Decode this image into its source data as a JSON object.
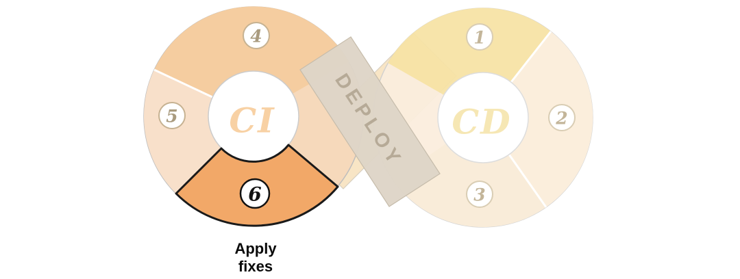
{
  "diagram": {
    "left_loop": {
      "label": "CI"
    },
    "right_loop": {
      "label": "CD"
    },
    "ribbon": {
      "label": "DEPLOY"
    },
    "steps": [
      {
        "number": "1"
      },
      {
        "number": "2"
      },
      {
        "number": "3"
      },
      {
        "number": "4"
      },
      {
        "number": "5"
      },
      {
        "number": "6",
        "caption_line1": "Apply",
        "caption_line2": "fixes",
        "highlighted": true
      }
    ],
    "colors": {
      "segment_1": "#f7e3a6",
      "segment_2": "#fbeedb",
      "segment_3": "#f9ecd7",
      "segment_4": "#f5cda0",
      "segment_5": "#f8e0ca",
      "segment_6": "#f2a868",
      "segment_6_outline": "#1a1a1a",
      "left_ring_base": "#f6d9bb",
      "right_ring_base": "#fbeede",
      "left_ring_outline": "#bdbdbd",
      "right_ring_outline": "#d0d0d0",
      "cross_band": "#f8e5c5",
      "cross_band_outline": "#d8cfbf",
      "deploy_ribbon": "#ded5c7",
      "deploy_ribbon_outline": "#c6bcab",
      "deploy_text": "#b6aa97",
      "ci_text": "#f8d1a4",
      "cd_text": "#f6e6b0",
      "step_number_text": "#a99b7f",
      "step_number_text_faded": "#c0b294",
      "step_circle_stroke": "#c6b292",
      "step_circle_stroke_faded": "#d8cbb0",
      "step_circle_fill": "#ffffff",
      "highlight_circle_stroke": "#111111",
      "highlight_number_text": "#111111",
      "caption_text": "#0a0a0a"
    }
  }
}
